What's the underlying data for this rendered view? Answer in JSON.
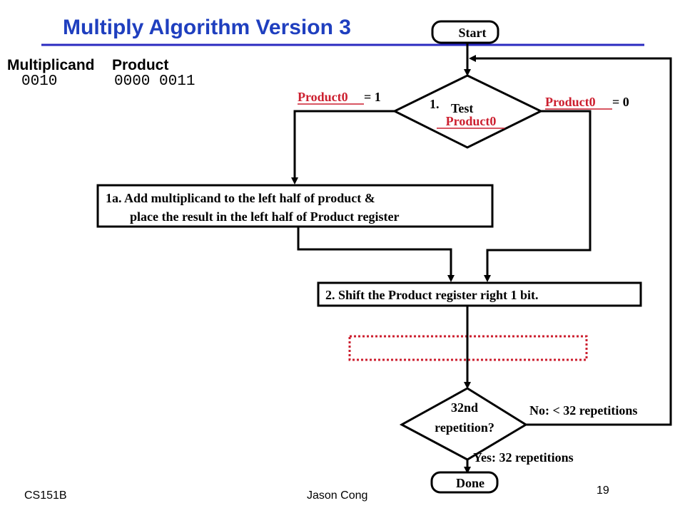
{
  "title": "Multiply Algorithm Version 3",
  "registers": {
    "multiplicand_label": "Multiplicand",
    "product_label": "Product",
    "multiplicand_value": "0010",
    "product_value": "0000 0011"
  },
  "flow": {
    "start": "Start",
    "test_num": "1.",
    "test_word": "Test",
    "test_var": "Product0",
    "branch_one_var": "Product0",
    "branch_one_rest": " = 1",
    "branch_zero_var": "Product0",
    "branch_zero_rest": " = 0",
    "step1a_line1": "1a. Add multiplicand to the left half of product &",
    "step1a_line2": "place the result in the left half of Product register",
    "step2": "2. Shift the Product register right 1 bit.",
    "check_line1": "32nd",
    "check_line2": "repetition?",
    "no_label": "No: < 32 repetitions",
    "yes_label": "Yes: 32 repetitions",
    "done": "Done"
  },
  "footer": {
    "course": "CS151B",
    "author": "Jason Cong",
    "page": "19"
  },
  "colors": {
    "title": "#1f3fbf",
    "accent": "#cc1f2f",
    "rule": "#2a2ac0",
    "ink": "#000000"
  }
}
